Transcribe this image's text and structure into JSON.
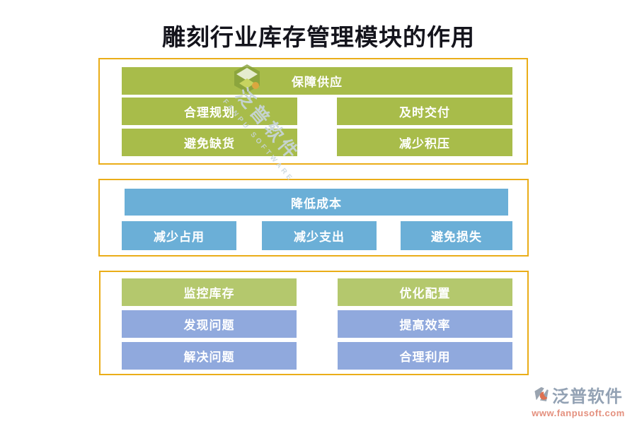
{
  "title": "雕刻行业库存管理模块的作用",
  "colors": {
    "panel_border": "#EAAD18",
    "green": "#A8BC4A",
    "green_light": "#B4C86D",
    "sky_blue": "#6BAFD7",
    "periwinkle": "#90A9DD",
    "bar_text": "#FFFFFF",
    "title_text": "#14141C",
    "footer_brand": "#93A2B4",
    "footer_url": "#E4907E"
  },
  "sections": {
    "supply": {
      "header": "保障供应",
      "cells": [
        "合理规划",
        "及时交付",
        "避免缺货",
        "减少积压"
      ]
    },
    "cost": {
      "header": "降低成本",
      "cells": [
        "减少占用",
        "减少支出",
        "避免损失"
      ]
    },
    "optimize": {
      "left": [
        "监控库存",
        "发现问题",
        "解决问题"
      ],
      "right": [
        "优化配置",
        "提高效率",
        "合理利用"
      ]
    }
  },
  "watermark": {
    "brand": "泛普软件",
    "brand_en": "FANPU SOFTWARE"
  },
  "footer": {
    "brand": "泛普软件",
    "url": "www.fanpusoft.com"
  }
}
